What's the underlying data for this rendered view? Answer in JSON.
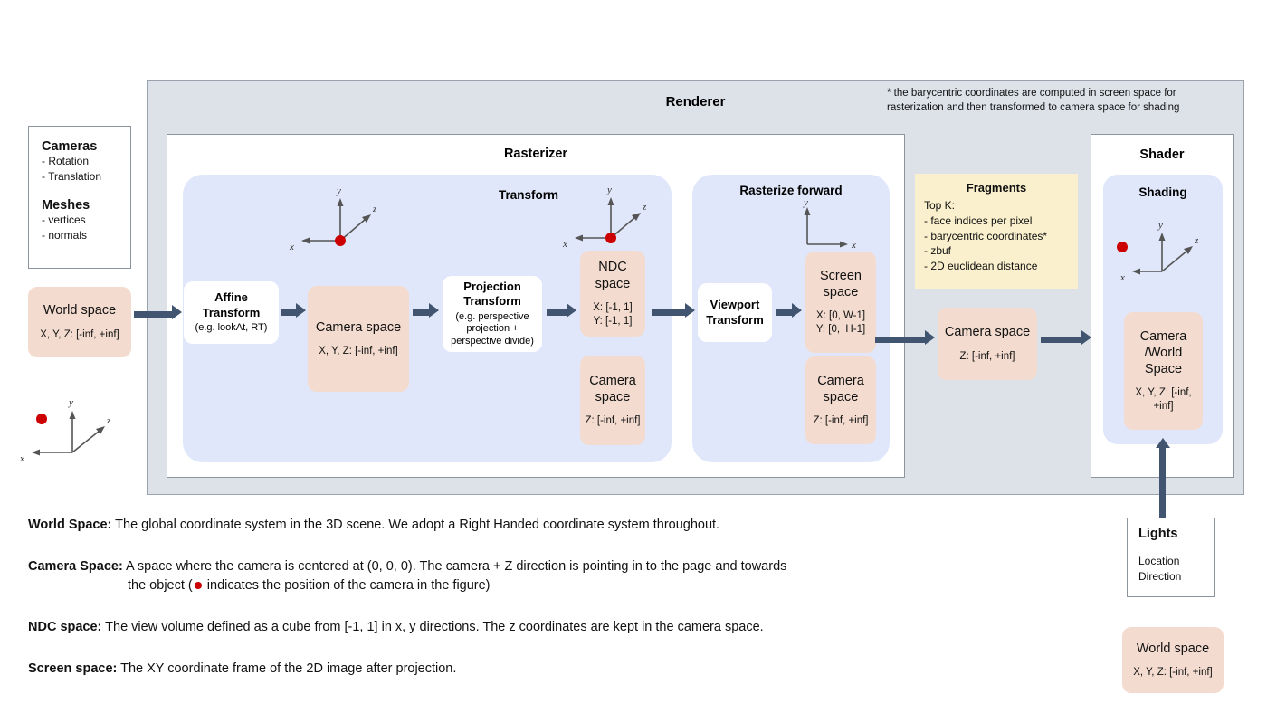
{
  "renderer": {
    "title": "Renderer",
    "footnote": "* the barycentric coordinates are computed in screen space for rasterization and then transformed to camera space for shading"
  },
  "inputs": {
    "cameras_heading": "Cameras",
    "cameras_items": [
      "- Rotation",
      "- Translation"
    ],
    "meshes_heading": "Meshes",
    "meshes_items": [
      "- vertices",
      "- normals"
    ],
    "world_space": {
      "title": "World space",
      "range": "X, Y, Z: [-inf, +inf]"
    }
  },
  "rasterizer": {
    "title": "Rasterizer",
    "transform": {
      "title": "Transform",
      "affine": {
        "title": "Affine\nTransform",
        "sub": "(e.g. lookAt, RT)"
      },
      "camera_space": {
        "title": "Camera space",
        "range": "X, Y, Z: [-inf, +inf]"
      },
      "projection": {
        "title": "Projection\nTransform",
        "sub": "(e.g. perspective projection + perspective divide)"
      },
      "ndc_space": {
        "title": "NDC\nspace",
        "range": "X: [-1, 1]\nY: [-1, 1]"
      },
      "camera_space_z": {
        "title": "Camera\nspace",
        "range": "Z: [-inf, +inf]"
      }
    },
    "rasterize_forward": {
      "title": "Rasterize forward",
      "viewport": {
        "title": "Viewport\nTransform"
      },
      "screen_space": {
        "title": "Screen\nspace",
        "range": "X: [0, W-1]\nY: [0,  H-1]"
      },
      "camera_space_z": {
        "title": "Camera\nspace",
        "range": "Z: [-inf, +inf]"
      }
    }
  },
  "fragments": {
    "title": "Fragments",
    "lead": "Top K:",
    "items": [
      "- face indices per pixel",
      "- barycentric coordinates*",
      "- zbuf",
      "- 2D euclidean distance"
    ]
  },
  "post_fragments": {
    "camera_space": {
      "title": "Camera space",
      "range": "Z: [-inf, +inf]"
    }
  },
  "shader": {
    "title": "Shader",
    "shading": {
      "title": "Shading",
      "camera_world_space": {
        "title": "Camera\n/World\nSpace",
        "range": "X, Y, Z: [-inf, +inf]"
      }
    }
  },
  "lights": {
    "title": "Lights",
    "items": [
      "Location",
      "Direction"
    ],
    "world_space": {
      "title": "World space",
      "range": "X, Y, Z: [-inf, +inf]"
    }
  },
  "axes_labels": {
    "x": "x",
    "y": "y",
    "z": "z"
  },
  "legend": [
    {
      "term": "World Space:",
      "text": " The global coordinate system in the 3D scene. We adopt a Right Handed coordinate system throughout."
    },
    {
      "term": "Camera Space:",
      "text": " A space where the camera is centered at (0, 0, 0). The camera + Z direction is pointing in to the page and towards",
      "text2": "the object (",
      "text3": " indicates the position of the camera in the figure)"
    },
    {
      "term": "NDC space:",
      "text": " The view volume defined as a cube from [-1, 1] in x, y directions. The z coordinates are kept in the camera space."
    },
    {
      "term": "Screen space:",
      "text": " The XY coordinate frame of the 2D image after projection."
    }
  ],
  "colors": {
    "peach": "#f3dccf",
    "blue_panel": "#e0e7fa",
    "gray_outer": "#dde2e9",
    "yellow": "#faf0cd",
    "arrow": "#415570",
    "camera_dot": "#cc0000"
  }
}
